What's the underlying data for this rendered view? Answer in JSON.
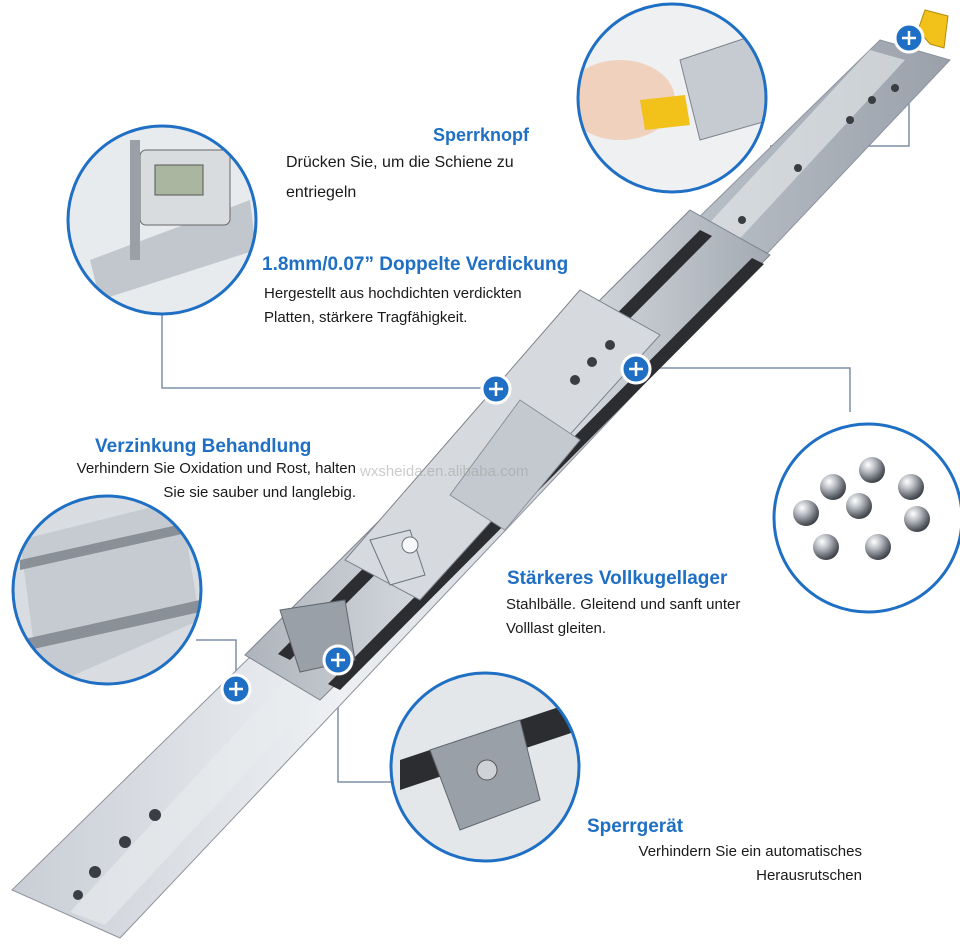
{
  "colors": {
    "accent": "#1f6fc4",
    "circle_border": "#1f6fc4",
    "rail_light": "#d9dde2",
    "rail_mid": "#b9bec6",
    "rail_dark": "#8c939c",
    "bearing_track": "#2b2d31",
    "latch_yellow": "#f2c21b",
    "callout_line": "#7d8fa8"
  },
  "watermark": "wxsheida.en.alibaba.com",
  "callouts": {
    "lock_button": {
      "title": "Sperrknopf",
      "line1": "Drücken Sie, um die Schiene zu",
      "line2": "entriegeln",
      "icon": "plus-circle-icon"
    },
    "thickness": {
      "title": "1.8mm/0.07” Doppelte Verdickung",
      "line1": "Hergestellt aus hochdichten verdickten",
      "line2": "Platten, stärkere Tragfähigkeit.",
      "icon": "plus-circle-icon"
    },
    "zinc": {
      "title": "Verzinkung Behandlung",
      "line1": "Verhindern Sie Oxidation und Rost, halten",
      "line2": "Sie sie sauber und langlebig.",
      "icon": "plus-circle-icon"
    },
    "ball_bearing": {
      "title": "Stärkeres Vollkugellager",
      "line1": "Stahlbälle. Gleitend und sanft unter",
      "line2": "Volllast gleiten.",
      "icon": "plus-circle-icon"
    },
    "lock_device": {
      "title": "Sperrgerät",
      "line1": "Verhindern Sie ein automatisches",
      "line2": "Herausrutschen",
      "icon": "plus-circle-icon"
    }
  }
}
